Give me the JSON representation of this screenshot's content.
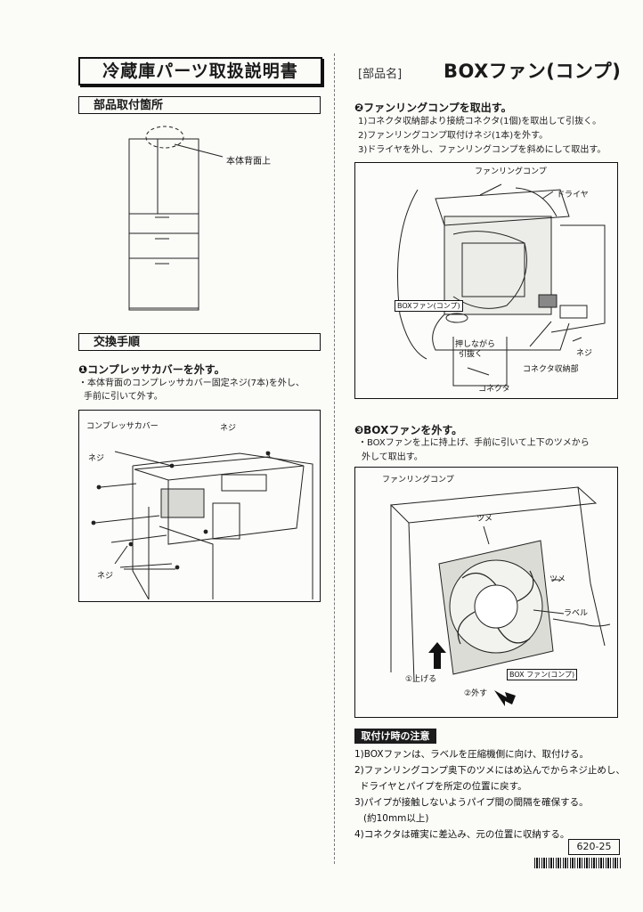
{
  "header": {
    "title": "冷蔵庫パーツ取扱説明書",
    "part_label": "[部品名]",
    "part_name": "BOXファン(コンプ)"
  },
  "location": {
    "heading": "部品取付箇所",
    "callout": "本体背面上"
  },
  "procedure": {
    "heading": "交換手順",
    "step1": {
      "title": "❶コンプレッサカバーを外す。",
      "lines": [
        "・本体背面のコンプレッサカバー固定ネジ(7本)を外し、",
        "手前に引いて外す。"
      ],
      "fig_labels": {
        "cover": "コンプレッサカバー",
        "screw_top": "ネジ",
        "screw_left": "ネジ",
        "screw_bottom": "ネジ"
      }
    },
    "step2": {
      "title": "❷ファンリングコンプを取出す。",
      "lines": [
        "1)コネクタ収納部より接続コネクタ(1個)を取出して引抜く。",
        "2)ファンリングコンプ取付けネジ(1本)を外す。",
        "3)ドライヤを外し、ファンリングコンプを斜めにして取出す。"
      ],
      "fig_labels": {
        "fan_ring": "ファンリングコンプ",
        "dryer": "ドライヤ",
        "box_fan": "BOXファン(コンプ)",
        "push_pull": "押しながら",
        "push_pull2": "引抜く",
        "connector": "コネクタ",
        "screw": "ネジ",
        "connector_store": "コネクタ収納部"
      }
    },
    "step3": {
      "title": "❸BOXファンを外す。",
      "lines": [
        "・BOXファンを上に持上げ、手前に引いて上下のツメから",
        "外して取出す。"
      ],
      "fig_labels": {
        "fan_ring": "ファンリングコンプ",
        "claw": "ツメ",
        "claw2": "ツメ",
        "label": "ラベル",
        "lift": "①上げる",
        "remove": "②外す",
        "box_fan": "BOX ファン(コンプ)"
      }
    }
  },
  "notes": {
    "heading": "取付け時の注意",
    "items": [
      "1)BOXファンは、ラベルを圧縮機側に向け、取付ける。",
      "2)ファンリングコンプ奥下のツメにはめ込んでからネジ止めし、",
      "ドライヤとパイプを所定の位置に戻す。",
      "3)パイプが接触しないようパイプ間の間隔を確保する。",
      "(約10mm以上)",
      "4)コネクタは確実に差込み、元の位置に収納する。"
    ]
  },
  "footer": {
    "code": "620-25"
  }
}
